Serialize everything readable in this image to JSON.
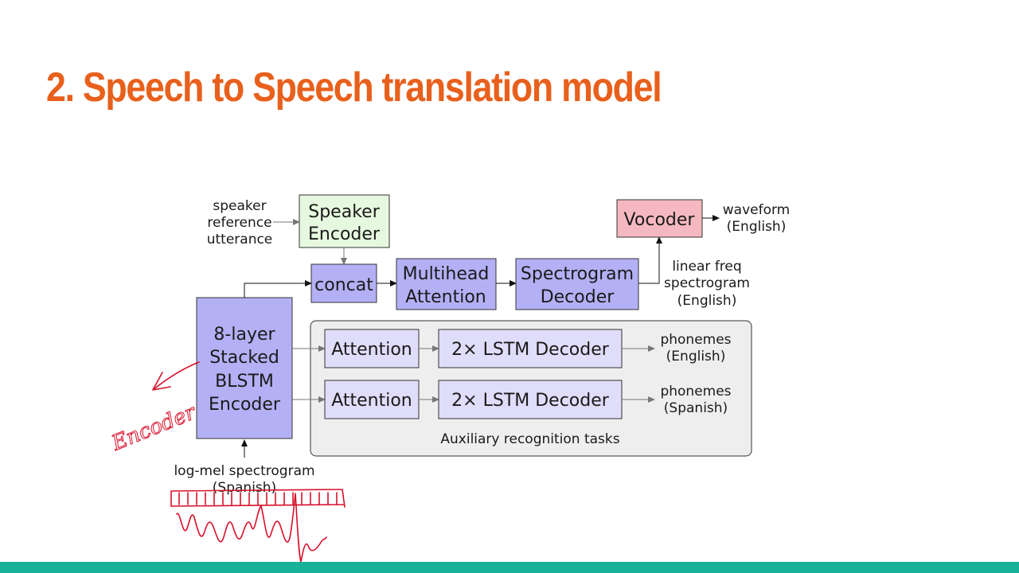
{
  "slide": {
    "title": "2. Speech to Speech translation model"
  },
  "theme": {
    "title_color": "#e8601c",
    "bar_color": "#17b098",
    "purple_box": "#b4b0f5",
    "light_purple_box": "#e0ddfa",
    "green_box": "#e6f8df",
    "pink_box": "#f6b8c0",
    "panel_fill": "#eeeeee",
    "annotation_ink": "#d8102a"
  },
  "diagram": {
    "speaker_ref": {
      "line1": "speaker",
      "line2": "reference",
      "line3": "utterance"
    },
    "speaker_encoder": {
      "line1": "Speaker",
      "line2": "Encoder"
    },
    "concat": {
      "label": "concat"
    },
    "multihead": {
      "line1": "Multihead",
      "line2": "Attention"
    },
    "spectrogram_decoder": {
      "line1": "Spectrogram",
      "line2": "Decoder"
    },
    "vocoder": {
      "label": "Vocoder"
    },
    "waveform": {
      "line1": "waveform",
      "line2": "(English)"
    },
    "linear_freq": {
      "line1": "linear freq",
      "line2": "spectrogram",
      "line3": "(English)"
    },
    "encoder": {
      "line1": "8-layer",
      "line2": "Stacked",
      "line3": "BLSTM",
      "line4": "Encoder"
    },
    "attention_1": {
      "label": "Attention"
    },
    "attention_2": {
      "label": "Attention"
    },
    "lstm_1": {
      "label": "2× LSTM Decoder"
    },
    "lstm_2": {
      "label": "2× LSTM Decoder"
    },
    "phonemes_en": {
      "line1": "phonemes",
      "line2": "(English)"
    },
    "phonemes_es": {
      "line1": "phonemes",
      "line2": "(Spanish)"
    },
    "aux_panel": {
      "label": "Auxiliary recognition tasks"
    },
    "input_label": {
      "line1": "log-mel spectrogram",
      "line2": "(Spanish)"
    }
  },
  "annotations": {
    "handwritten_note": "Encoder"
  }
}
